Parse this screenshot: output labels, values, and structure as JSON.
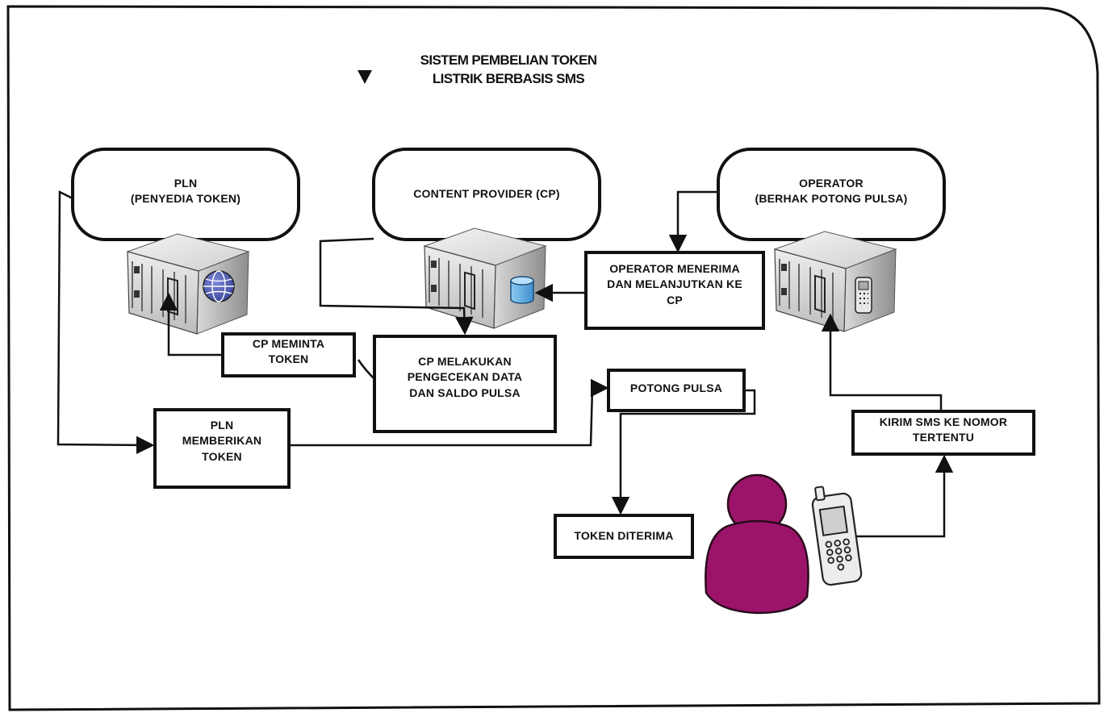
{
  "title": {
    "line1": "SISTEM PEMBELIAN TOKEN",
    "line2": "LISTRIK BERBASIS SMS"
  },
  "nodes": {
    "pln_cloud": [
      "PLN",
      "(PENYEDIA TOKEN)"
    ],
    "cp_cloud": [
      "CONTENT PROVIDER (CP)"
    ],
    "operator_cloud": [
      "OPERATOR",
      "(BERHAK POTONG PULSA)"
    ],
    "operator_forward": [
      "OPERATOR MENERIMA",
      "DAN MELANJUTKAN KE",
      "CP"
    ],
    "cp_request": [
      "CP MEMINTA",
      "TOKEN"
    ],
    "cp_check": [
      "CP MELAKUKAN",
      "PENGECEKAN DATA",
      "DAN SALDO PULSA"
    ],
    "cut_credit": [
      "POTONG PULSA"
    ],
    "send_sms": [
      "KIRIM SMS KE NOMOR",
      "TERTENTU"
    ],
    "pln_give": [
      "PLN",
      "MEMBERIKAN",
      "TOKEN"
    ],
    "token_received": [
      "TOKEN DITERIMA"
    ]
  },
  "icons": {
    "pln_server": "server-globe-icon",
    "cp_server": "server-database-icon",
    "operator_server": "server-phone-icon",
    "user": "person-icon",
    "phone": "mobile-phone-icon"
  },
  "colors": {
    "person": "#9b1469",
    "globe": "#4a57b8",
    "database": "#5aa8e0",
    "stroke": "#111111"
  }
}
